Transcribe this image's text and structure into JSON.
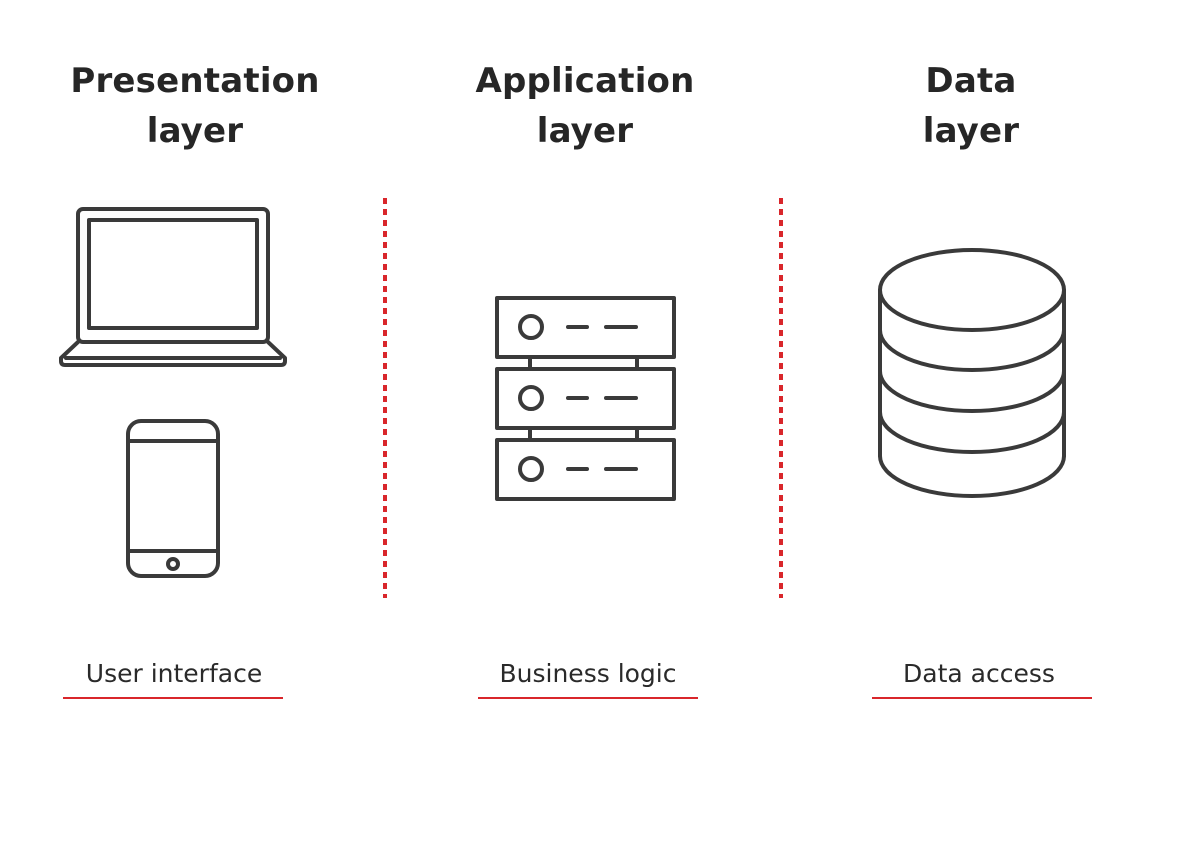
{
  "layers": [
    {
      "title_line1": "Presentation",
      "title_line2": "layer",
      "caption": "User interface",
      "icons": [
        "laptop-icon",
        "smartphone-icon"
      ]
    },
    {
      "title_line1": "Application",
      "title_line2": "layer",
      "caption": "Business logic",
      "icons": [
        "server-rack-icon"
      ]
    },
    {
      "title_line1": "Data",
      "title_line2": "layer",
      "caption": "Data access",
      "icons": [
        "database-icon"
      ]
    }
  ],
  "colors": {
    "accent": "#d9262b",
    "icon_stroke": "#3a3a3a",
    "text": "#262626",
    "background": "#ffffff"
  }
}
